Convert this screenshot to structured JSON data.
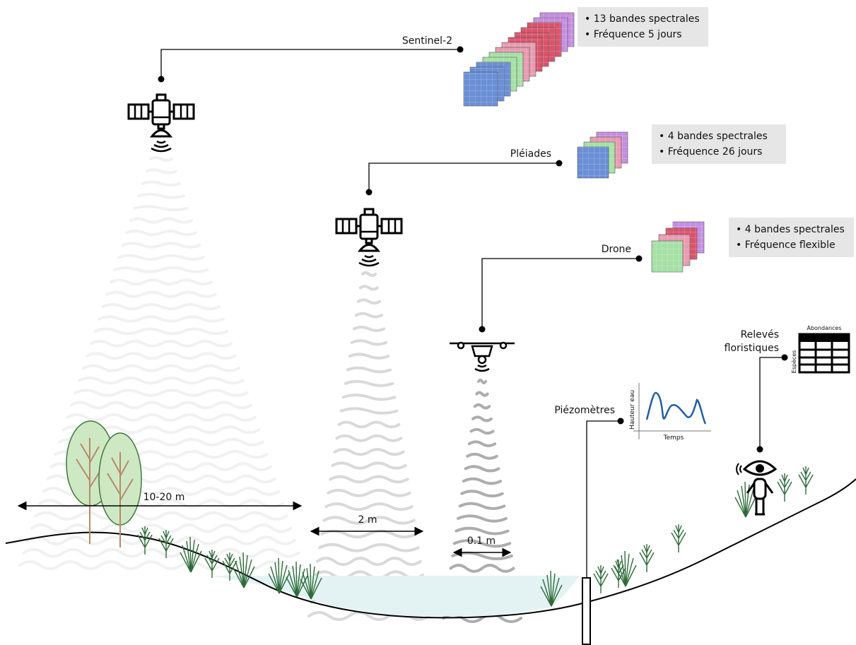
{
  "sensors": [
    {
      "name": "Sentinel-2",
      "specs": [
        "13 bandes spectrales",
        "Fréquence 5 jours"
      ],
      "resolution": "10-20 m"
    },
    {
      "name": "Pléiades",
      "specs": [
        "4 bandes spectrales",
        "Fréquence 26 jours"
      ],
      "resolution": "2 m"
    },
    {
      "name": "Drone",
      "specs": [
        "4 bandes spectrales",
        "Fréquence flexible"
      ],
      "resolution": "0.1 m"
    }
  ],
  "field": {
    "piezometres": {
      "label": "Piézomètres",
      "chart_ylabel": "Hauteur eau",
      "chart_xlabel": "Temps"
    },
    "releves": {
      "label_line1": "Relevés",
      "label_line2": "floristiques",
      "table_col_label": "Abondances",
      "table_row_label": "Espèces"
    }
  },
  "icons": [
    "satellite-icon",
    "drone-icon",
    "observer-eye-icon",
    "piezometer-tube-icon",
    "table-icon",
    "tree-icon",
    "grass-icon"
  ],
  "colors": {
    "band_blue": "#6a8fd6",
    "band_green": "#a6e0a6",
    "band_red": "#d9546a",
    "band_pink": "#e89ab0",
    "band_purple": "#c58ee0",
    "hydro_line": "#1f5fa8",
    "tree_fill": "#cfe8c4",
    "grass": "#2f6b3a",
    "water": "#e3f3f4"
  }
}
